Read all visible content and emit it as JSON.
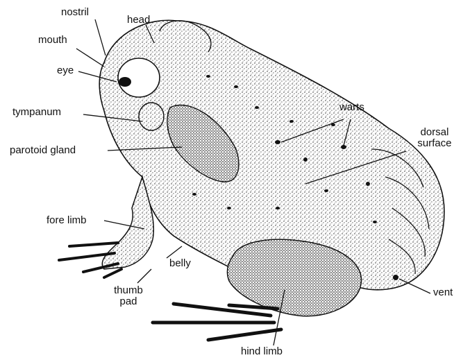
{
  "labels": {
    "nostril": "nostril",
    "head": "head",
    "mouth": "mouth",
    "eye": "eye",
    "tympanum": "tympanum",
    "parotoid_gland": "parotoid gland",
    "warts": "warts",
    "dorsal_surface_line1": "dorsal",
    "dorsal_surface_line2": "surface",
    "fore_limb": "fore limb",
    "belly": "belly",
    "thumb_pad_line1": "thumb",
    "thumb_pad_line2": "pad",
    "vent": "vent",
    "hind_limb": "hind limb"
  },
  "colors": {
    "ink": "#111111",
    "skin": "#d9d9d9",
    "paper": "#ffffff"
  }
}
